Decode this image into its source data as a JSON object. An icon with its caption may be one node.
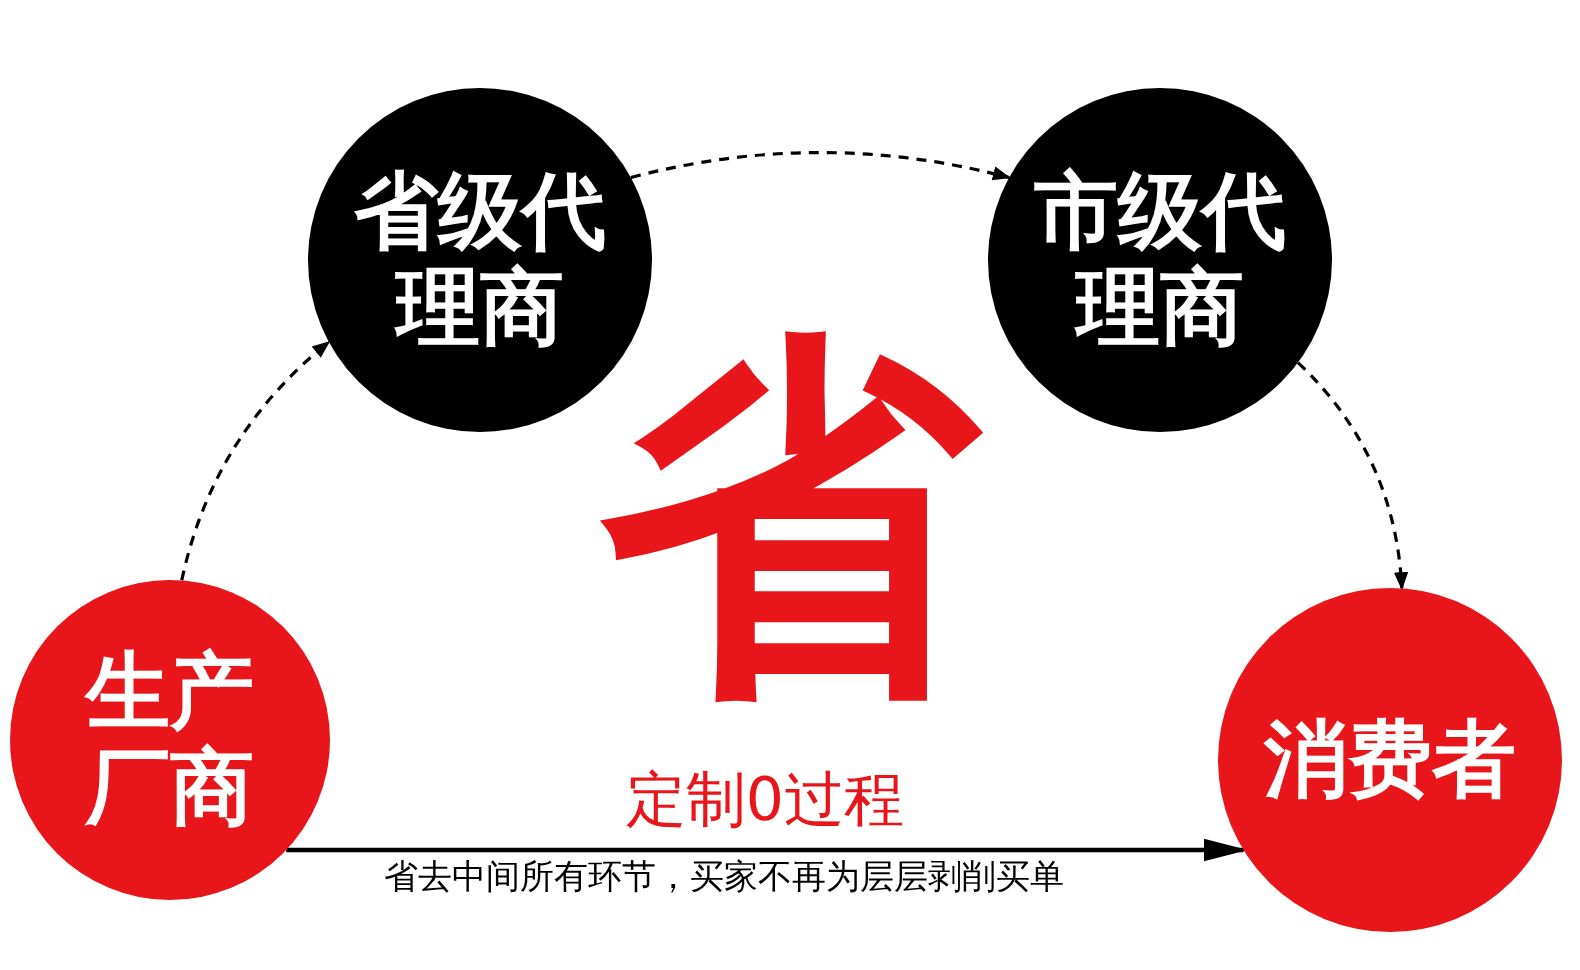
{
  "diagram": {
    "nodes": [
      {
        "text": [
          "生产厂商"
        ]
      },
      {
        "text": [
          "省级代理商"
        ]
      },
      {
        "text": [
          "市级代理商"
        ]
      },
      {
        "text": [
          "消费者"
        ]
      }
    ],
    "edges": [
      {
        "from": 0,
        "to": 1,
        "arrow": "to",
        "style": "dashed"
      },
      {
        "from": 1,
        "to": 2,
        "arrow": "to",
        "style": "dashed"
      },
      {
        "from": 2,
        "to": 3,
        "arrow": "to",
        "style": "dashed"
      },
      {
        "from": 0,
        "to": 3,
        "arrow": "to",
        "label": "定制0过程"
      }
    ],
    "labels": [
      "省",
      "省去中间所有环节，买家不再为层层剥削买单"
    ]
  }
}
